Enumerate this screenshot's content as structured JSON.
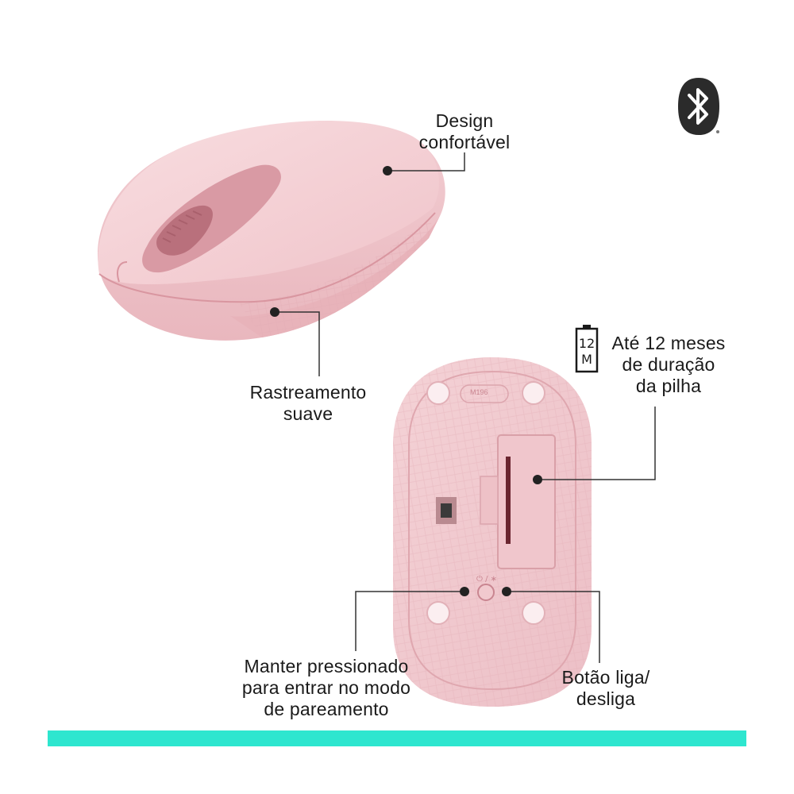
{
  "callouts": {
    "design": {
      "line1": "Design",
      "line2": "confortável"
    },
    "tracking": {
      "line1": "Rastreamento",
      "line2": "suave"
    },
    "battery": {
      "line1": "Até 12 meses",
      "line2": "de duração",
      "line3": "da pilha"
    },
    "pairing": {
      "line1": "Manter pressionado",
      "line2": "para entrar no modo",
      "line3": "de pareamento"
    },
    "power": {
      "line1": "Botão liga/",
      "line2": "desliga"
    }
  },
  "battery_icon": {
    "top": "12",
    "bottom": "M",
    "icon": "battery-icon"
  },
  "bottom_label": {
    "model": "M196"
  },
  "bluetooth_icon": "bluetooth-icon",
  "colors": {
    "mouse_pink": "#f3cfd3",
    "mouse_pink_dark": "#e4aab2",
    "scroll_rose": "#c98590",
    "accent_teal": "#2ee6cf",
    "leader_line": "#333333",
    "bluetooth_bg": "#2b2b2b"
  }
}
